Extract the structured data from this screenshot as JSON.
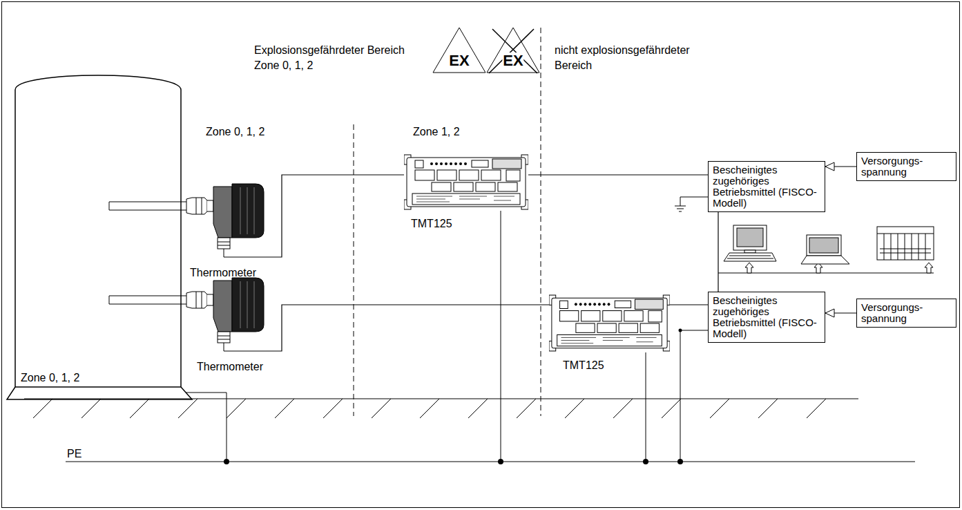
{
  "diagram": {
    "nodes": [
      {
        "text": [
          "Zone 0, 1, 2"
        ]
      },
      {
        "text": [
          "Thermometer"
        ]
      },
      {
        "text": [
          "Thermometer"
        ]
      },
      {
        "text": [
          "TMT125"
        ]
      },
      {
        "text": [
          "TMT125"
        ]
      },
      {
        "text": [
          "Bescheinigtes zugehöriges Betriebsmittel (FISCO-Modell)"
        ]
      },
      {
        "text": [
          "Versorgungs- spannung"
        ]
      },
      {
        "text": [
          "Bescheinigtes zugehöriges Betriebsmittel (FISCO-Modell)"
        ]
      },
      {
        "text": [
          "Versorgungs- spannung"
        ]
      }
    ],
    "edges": [
      {
        "from": 1,
        "to": 3,
        "arrow": "none"
      },
      {
        "from": 2,
        "to": 4,
        "arrow": "none"
      },
      {
        "from": 3,
        "to": 5,
        "arrow": "none"
      },
      {
        "from": 4,
        "to": 7,
        "arrow": "none"
      },
      {
        "from": 6,
        "to": 5,
        "arrow": "to"
      },
      {
        "from": 8,
        "to": 7,
        "arrow": "to"
      },
      {
        "from": 5,
        "to": 7,
        "arrow": "none"
      }
    ],
    "labels": [
      "Explosionsgefährdeter Bereich Zone 0, 1, 2",
      "EX",
      "EX",
      "nicht explosionsgefährdeter Bereich",
      "Zone 0, 1, 2",
      "Zone 1, 2",
      "PE"
    ]
  }
}
